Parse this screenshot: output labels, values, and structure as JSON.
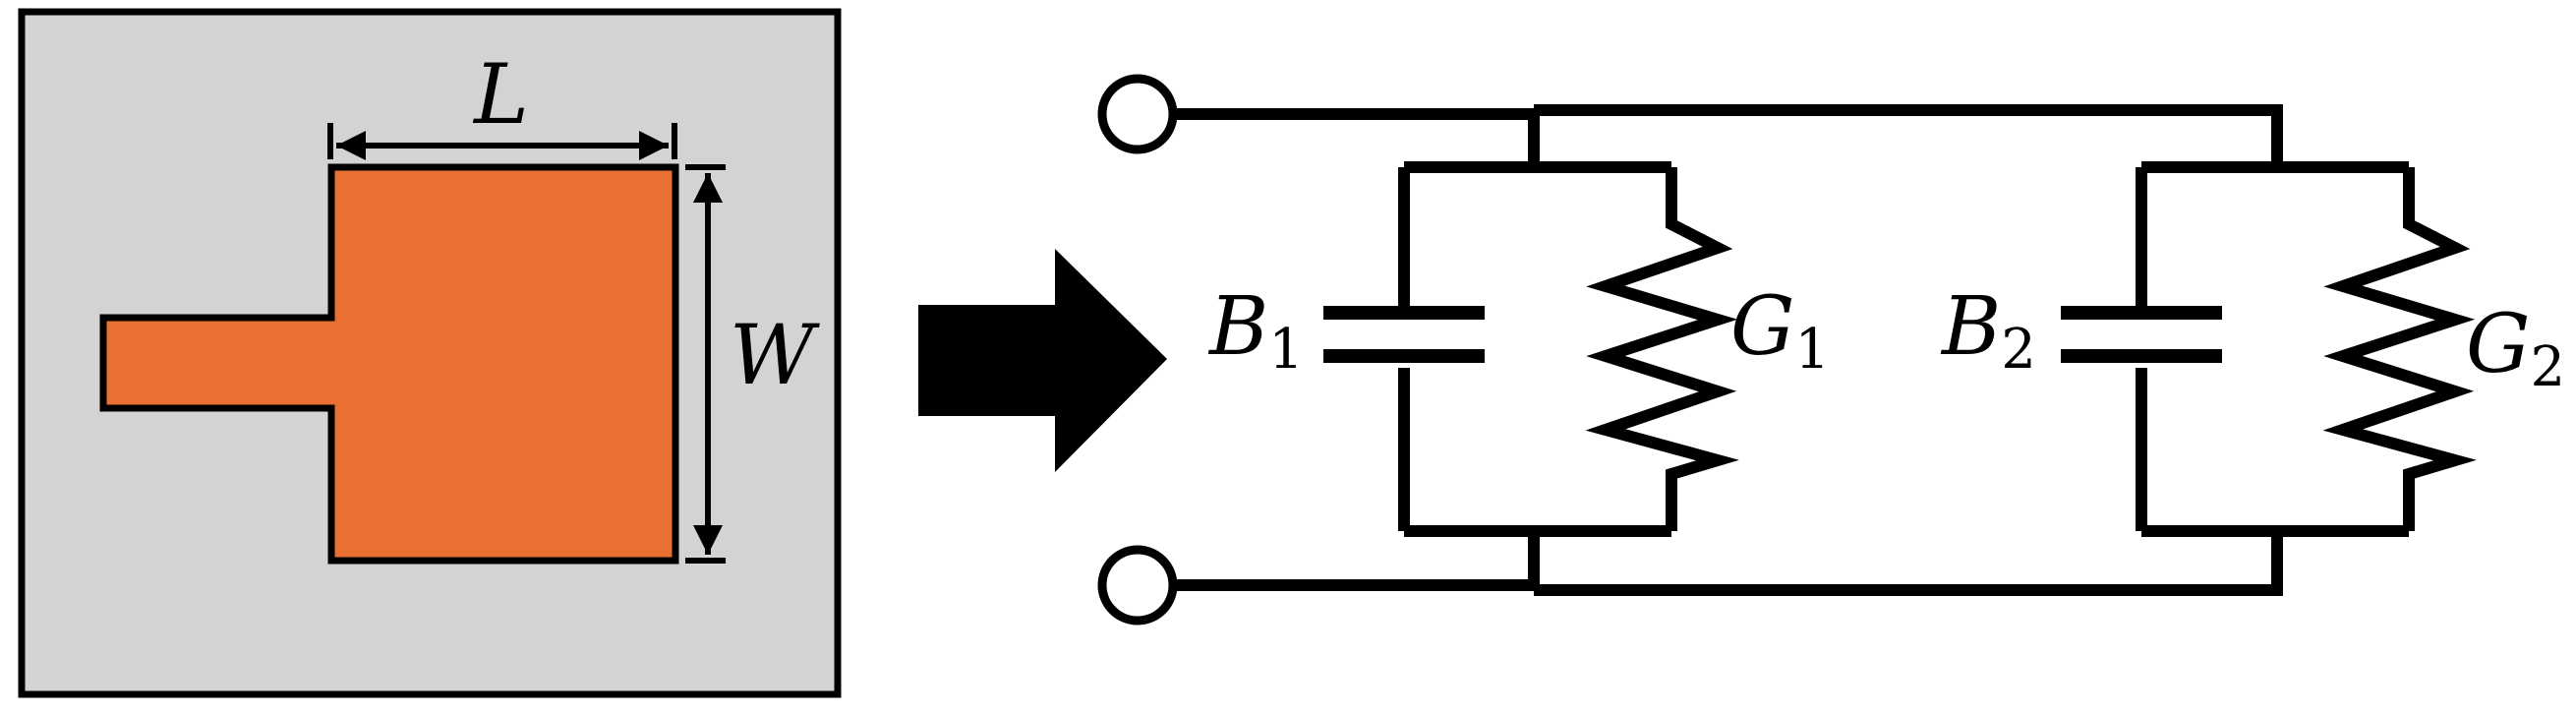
{
  "colors": {
    "background": "#ffffff",
    "substrate": "#d3d3d3",
    "patch": "#e97032",
    "line": "#000000"
  },
  "patch_labels": {
    "length": "L",
    "width": "W"
  },
  "circuit": {
    "branch1": {
      "susceptance": "B",
      "susceptance_sub": "1",
      "conductance": "G",
      "conductance_sub": "1"
    },
    "branch2": {
      "susceptance": "B",
      "susceptance_sub": "2",
      "conductance": "G",
      "conductance_sub": "2"
    }
  },
  "icons": {
    "transform": "right-arrow-icon"
  }
}
